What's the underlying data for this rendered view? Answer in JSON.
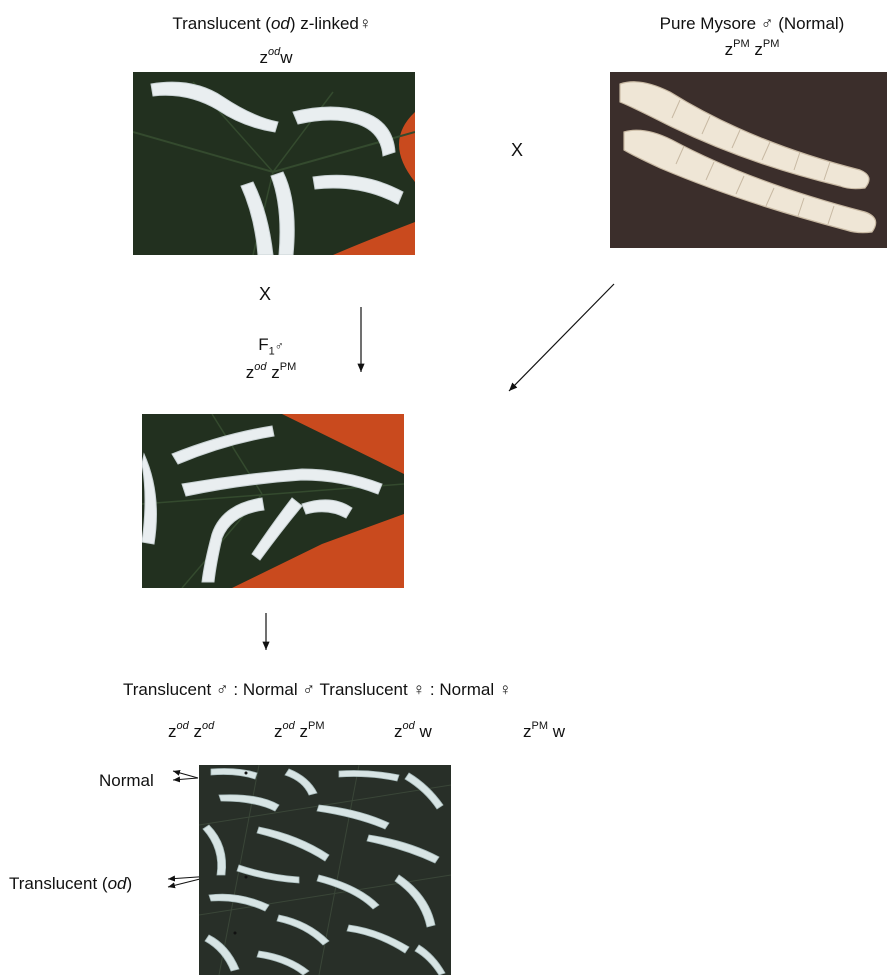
{
  "parent_female": {
    "label_pre": "Translucent (",
    "label_italic": "od",
    "label_post": ") z-linked",
    "sex_symbol": "♀",
    "genotype": {
      "base1": "z",
      "sup1": "od",
      "base2": "w"
    }
  },
  "parent_male": {
    "label_pre": "Pure Mysore ",
    "sex_symbol": "♂",
    "label_post": " (Normal)",
    "genotype": {
      "base1": "z",
      "sup1": "PM",
      "base2": "z",
      "sup2": "PM"
    }
  },
  "cross_symbol_top": "X",
  "cross_symbol_mid": "X",
  "f1": {
    "label": "F",
    "label_sub": "1",
    "sex_symbol": "♂",
    "genotype": {
      "base1": "z",
      "sup1": "od",
      "base2": "z",
      "sup2": "PM"
    }
  },
  "f2_ratio": {
    "items": [
      {
        "text": "Translucent ",
        "sym": "♂",
        "sep": " : "
      },
      {
        "text": "Normal ",
        "sym": "♂",
        "sep": " "
      },
      {
        "text": "Translucent ",
        "sym": "♀",
        "sep": " : "
      },
      {
        "text": "Normal ",
        "sym": "♀",
        "sep": ""
      }
    ]
  },
  "f2_genotypes": [
    {
      "base1": "z",
      "sup1": "od",
      "base2": "z",
      "sup2": "od"
    },
    {
      "base1": "z",
      "sup1": "od",
      "base2": "z",
      "sup2": "PM"
    },
    {
      "base1": "z",
      "sup1": "od",
      "base2": "w",
      "sup2": ""
    },
    {
      "base1": "z",
      "sup1": "PM",
      "base2": "w",
      "sup2": ""
    }
  ],
  "callouts": {
    "normal": "Normal",
    "translucent_pre": "Translucent (",
    "translucent_italic": "od",
    "translucent_post": ")"
  },
  "colors": {
    "leaf": "#22301f",
    "orange_bg": "#c94a1e",
    "larva_white": "#e9eef0",
    "brown_bg": "#3b2e2b",
    "cream_larva": "#efe6d6"
  }
}
